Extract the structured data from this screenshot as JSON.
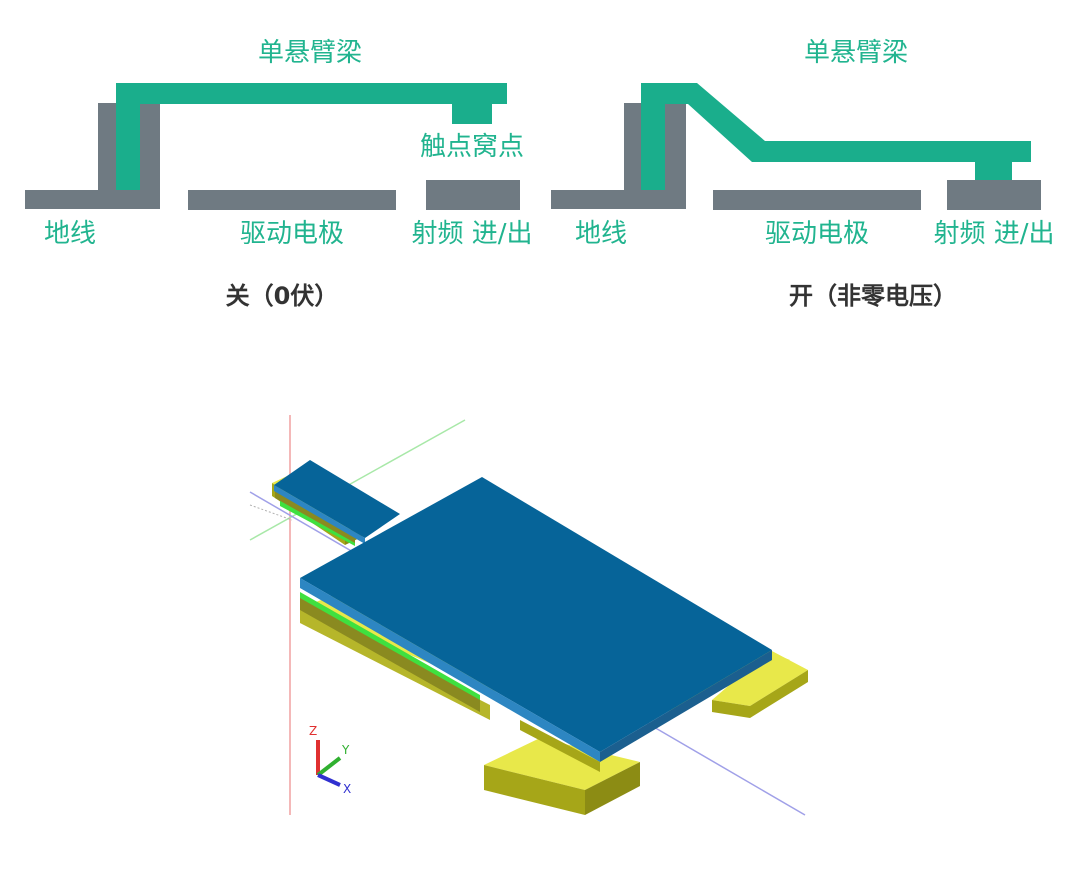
{
  "colors": {
    "teal": "#1aae8c",
    "label_teal": "#21b48f",
    "gray": "#6f7a82",
    "state_text": "#333333",
    "model_blue_top": "#066499",
    "model_blue_side": "#2d86c2",
    "model_yellow_top": "#e8e84a",
    "model_yellow_side": "#a6a618",
    "model_green": "#3fe03f"
  },
  "diagram_off": {
    "beam_label": "单悬臂梁",
    "contact_label": "触点窝点",
    "ground_label": "地线",
    "electrode_label": "驱动电极",
    "rf_label": "射频 进/出",
    "state_label": "关（0伏）"
  },
  "diagram_on": {
    "beam_label": "单悬臂梁",
    "ground_label": "地线",
    "electrode_label": "驱动电极",
    "rf_label": "射频 进/出",
    "state_label": "开（非零电压）"
  },
  "model_3d": {
    "axes": {
      "z": "Z",
      "y": "Y",
      "x": "X"
    }
  }
}
